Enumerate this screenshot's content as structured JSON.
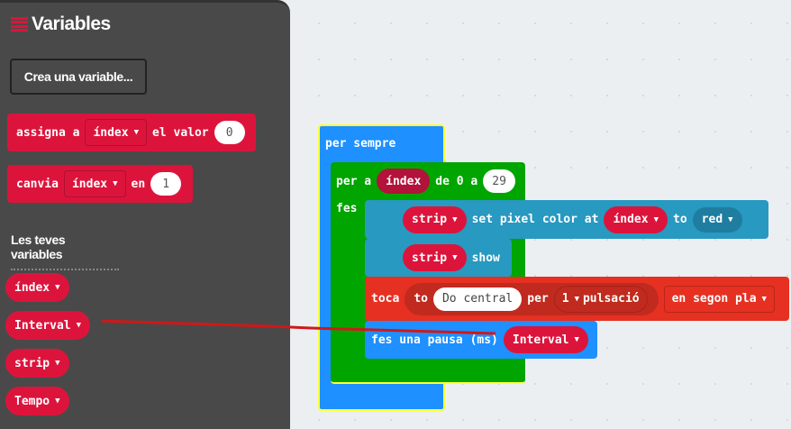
{
  "flyout": {
    "title": "Variables",
    "create_button": "Crea una variable...",
    "assign": {
      "prefix": "assigna a",
      "var": "índex",
      "mid": "el valor",
      "value": "0"
    },
    "change": {
      "prefix": "canvia",
      "var": "índex",
      "mid": "en",
      "value": "1"
    },
    "section_label": "Les teves variables",
    "variables": [
      "índex",
      "Interval",
      "strip",
      "Tempo"
    ]
  },
  "workspace": {
    "forever": "per sempre",
    "for": {
      "prefix": "per a",
      "var": "índex",
      "from_label": "de 0 a",
      "to": "29",
      "do": "fes"
    },
    "set_pixel": {
      "strip": "strip",
      "text": "set pixel color at",
      "index": "índex",
      "to": "to",
      "color": "red"
    },
    "show": {
      "strip": "strip",
      "text": "show"
    },
    "tone": {
      "label": "toca",
      "to": "to",
      "note": "Do central",
      "per": "per",
      "beats": "1",
      "beats_label": "pulsació",
      "mode": "en segon pla"
    },
    "pause": {
      "label": "fes una pausa (ms)",
      "var": "Interval"
    }
  },
  "colors": {
    "variables": "#dc143c",
    "loops": "#00a500",
    "basic": "#1e90ff",
    "neopixel": "#2899c0",
    "music": "#e63022"
  }
}
